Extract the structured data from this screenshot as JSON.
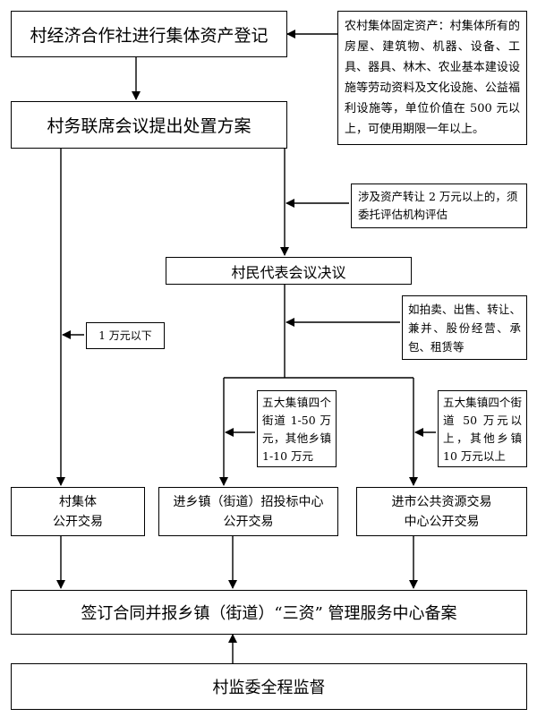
{
  "steps": {
    "register": "村经济合作社进行集体资产登记",
    "proposal": "村务联席会议提出处置方案",
    "resolution": "村民代表会议决议",
    "village_trade_line1": "村集体",
    "village_trade_line2": "公开交易",
    "town_center_line1": "进乡镇（街道）招投标中心",
    "town_center_line2": "公开交易",
    "city_center_line1": "进市公共资源交易",
    "city_center_line2": "中心公开交易",
    "sign": "签订合同并报乡镇（街道）“三资” 管理服务中心备案",
    "supervise": "村监委全程监督"
  },
  "notes": {
    "fixed_assets": "农村集体固定资产：村集体所有的房屋、建筑物、机器、设备、工具、器具、林木、农业基本建设设施等劳动资料及文化设施、公益福利设施等，单位价值在 500 元以上，可使用期限一年以上。",
    "evaluation": "涉及资产转让 2 万元以上的，须委托评估机构评估",
    "methods": "如拍卖、出售、转让、兼并、股份经营、承包、租赁等",
    "below_10k": "1 万元以下",
    "town_range": "五大集镇四个街道 1-50 万元，其他乡镇 1-10 万元",
    "city_range": "五大集镇四个街道 50 万元以上，其他乡镇 10 万元以上"
  }
}
